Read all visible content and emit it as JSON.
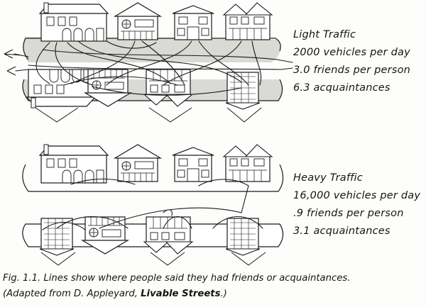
{
  "panels": [
    {
      "id": "light",
      "heading": "Light Traffic",
      "vehicles": "2000 vehicles per day",
      "friends": "3.0 friends per person",
      "acquaintances": "6.3 acquaintances"
    },
    {
      "id": "heavy",
      "heading": "Heavy Traffic",
      "vehicles": "16,000 vehicles per day",
      "friends": ".9 friends per person",
      "acquaintances": "3.1 acquaintances"
    }
  ],
  "caption": {
    "line1": "Fig. 1.1. Lines show where people said they had friends or acquaintances.",
    "line2_prefix": "(Adapted from D. Appleyard, ",
    "line2_book": "Livable Streets",
    "line2_suffix": ".)"
  },
  "colors": {
    "ink": "#1a1a1a",
    "road_shade": "#d9d9d5",
    "paper": "#fdfdfb"
  }
}
